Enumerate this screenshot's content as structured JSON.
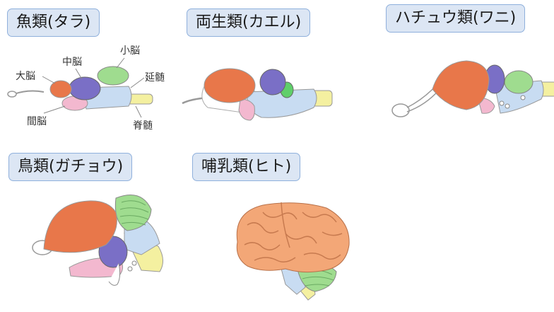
{
  "colors": {
    "cerebrum": "#e8774a",
    "midbrain": "#7a6fc6",
    "cerebellum": "#9fdc8f",
    "medulla": "#c8dcf2",
    "spinal_cord": "#f4f0a0",
    "diencephalon": "#f3b8cf",
    "tag_bg": "#dce6f4",
    "tag_border": "#8fb0dc"
  },
  "panels": [
    {
      "title": "魚類(タラ)"
    },
    {
      "title": "両生類(カエル)"
    },
    {
      "title": "ハチュウ類(ワニ)"
    },
    {
      "title": "鳥類(ガチョウ)"
    },
    {
      "title": "哺乳類(ヒト)"
    }
  ],
  "labels": {
    "cerebrum": "大脳",
    "midbrain": "中脳",
    "cerebellum": "小脳",
    "medulla": "延髄",
    "diencephalon": "間脳",
    "spinal_cord": "脊髄"
  }
}
